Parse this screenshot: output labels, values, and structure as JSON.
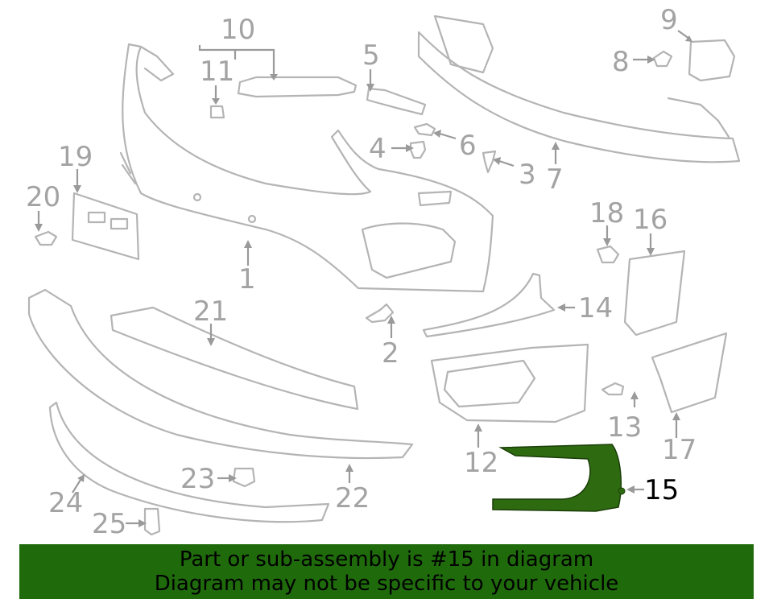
{
  "diagram": {
    "callouts": [
      {
        "id": "1",
        "text": "1"
      },
      {
        "id": "2",
        "text": "2"
      },
      {
        "id": "3",
        "text": "3"
      },
      {
        "id": "4",
        "text": "4"
      },
      {
        "id": "5",
        "text": "5"
      },
      {
        "id": "6",
        "text": "6"
      },
      {
        "id": "7",
        "text": "7"
      },
      {
        "id": "8",
        "text": "8"
      },
      {
        "id": "9",
        "text": "9"
      },
      {
        "id": "10",
        "text": "10"
      },
      {
        "id": "11",
        "text": "11"
      },
      {
        "id": "12",
        "text": "12"
      },
      {
        "id": "13",
        "text": "13"
      },
      {
        "id": "14",
        "text": "14"
      },
      {
        "id": "15",
        "text": "15"
      },
      {
        "id": "16",
        "text": "16"
      },
      {
        "id": "17",
        "text": "17"
      },
      {
        "id": "18",
        "text": "18"
      },
      {
        "id": "19",
        "text": "19"
      },
      {
        "id": "20",
        "text": "20"
      },
      {
        "id": "21",
        "text": "21"
      },
      {
        "id": "22",
        "text": "22"
      },
      {
        "id": "23",
        "text": "23"
      },
      {
        "id": "24",
        "text": "24"
      },
      {
        "id": "25",
        "text": "25"
      }
    ],
    "highlighted_part": "15",
    "colors": {
      "highlight_fill": "#2e6b10",
      "line": "#b4b4b4",
      "label": "#a3a3a3",
      "banner": "#1f6b0c"
    }
  },
  "banner": {
    "line1": "Part or sub-assembly is #15 in diagram",
    "line2": "Diagram may not be specific to your vehicle"
  }
}
